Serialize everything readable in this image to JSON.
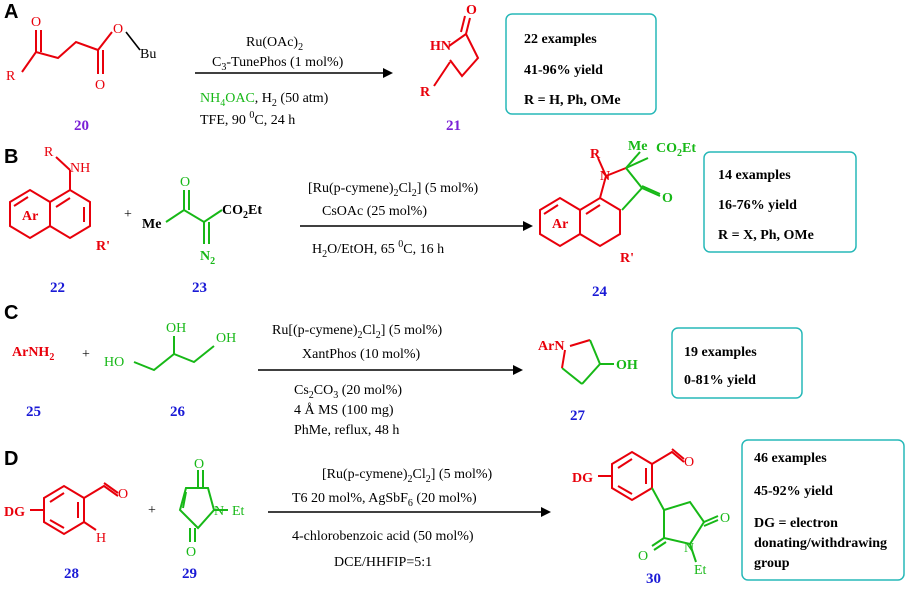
{
  "panels": {
    "A": {
      "letter": "A",
      "cond_top1": "Ru(OAc)",
      "cond_top1_sub": "2",
      "cond_top2": "C",
      "cond_top2_sub": "3",
      "cond_top2_rest": "-TunePhos (1 mol%)",
      "cond_bot1_a": "NH",
      "cond_bot1_sub": "4",
      "cond_bot1_b": "OAC",
      "cond_bot1_c": ", H",
      "cond_bot1_sub2": "2",
      "cond_bot1_d": " (50 atm)",
      "cond_bot2": "TFE, 90 ",
      "cond_bot2_sup": "0",
      "cond_bot2_rest": "C, 24 h",
      "sm_num": "20",
      "prod_num": "21",
      "box": [
        "22 examples",
        "41-96% yield",
        "R = H, Ph, OMe"
      ],
      "atoms": {
        "O1": "O",
        "O2": "O",
        "O3": "O",
        "R": "R",
        "Bu": "Bu",
        "HN": "HN",
        "Op": "O",
        "Rp": "R"
      }
    },
    "B": {
      "letter": "B",
      "cond_top1_a": "[Ru(p-cymene)",
      "cond_top1_sub": "2",
      "cond_top1_b": "Cl",
      "cond_top1_sub2": "2",
      "cond_top1_c": "] (5 mol%)",
      "cond_top2": "CsOAc (25 mol%)",
      "cond_bot1_a": "H",
      "cond_bot1_sub": "2",
      "cond_bot1_b": "O/EtOH, 65 ",
      "cond_bot1_sup": "0",
      "cond_bot1_c": "C, 16 h",
      "n22": "22",
      "n23": "23",
      "n24": "24",
      "box": [
        "14 examples",
        "16-76% yield",
        "R = X, Ph, OMe"
      ],
      "atoms": {
        "R": "R",
        "NH": "NH",
        "Ar": "Ar",
        "Rp": "R'",
        "O": "O",
        "Me": "Me",
        "CO2Et": "CO",
        "CO2Et_sub": "2",
        "CO2Et_rest": "Et",
        "N2": "N",
        "N2_sub": "2",
        "Rprod": "R",
        "Nprod": "N",
        "Meprod": "Me",
        "Arprod": "Ar",
        "Rpprod": "R'",
        "Oprod": "O",
        "plus": "+"
      }
    },
    "C": {
      "letter": "C",
      "cond_top1_a": "Ru[(p-cymene)",
      "cond_top1_sub": "2",
      "cond_top1_b": "Cl",
      "cond_top1_sub2": "2",
      "cond_top1_c": "]  (5 mol%)",
      "cond_top2": "XantPhos (10 mol%)",
      "cond_bot1_a": "Cs",
      "cond_bot1_sub": "2",
      "cond_bot1_b": "CO",
      "cond_bot1_sub2": "3",
      "cond_bot1_c": " (20 mol%)",
      "cond_bot2": "4 Å MS (100 mg)",
      "cond_bot3": "PhMe, reflux, 48 h",
      "n25": "25",
      "n26": "26",
      "n27": "27",
      "box": [
        "19 examples",
        "0-81% yield"
      ],
      "atoms": {
        "ArNH2": "ArNH",
        "ArNH2_sub": "2",
        "HO": "HO",
        "OH1": "OH",
        "OH2": "OH",
        "ArN": "ArN",
        "OHp": "OH",
        "plus": "+"
      }
    },
    "D": {
      "letter": "D",
      "cond_top1_a": "[Ru(p-cymene)",
      "cond_top1_sub": "2",
      "cond_top1_b": "Cl",
      "cond_top1_sub2": "2",
      "cond_top1_c": "] (5 mol%)",
      "cond_top2_a": "T6 20 mol%, AgSbF",
      "cond_top2_sub": "6",
      "cond_top2_b": " (20 mol%)",
      "cond_bot1": "4-chlorobenzoic acid (50 mol%)",
      "cond_bot2": "DCE/HHFIP=5:1",
      "n28": "28",
      "n29": "29",
      "n30": "30",
      "box": [
        "46 examples",
        "45-92% yield",
        "DG = electron",
        "donating/withdrawing",
        "group"
      ],
      "atoms": {
        "DG": "DG",
        "H": "H",
        "O": "O",
        "O1": "O",
        "O2": "O",
        "N": "N",
        "Et": "Et",
        "DGp": "DG",
        "Op": "O",
        "O1p": "O",
        "O2p": "O",
        "Np": "N",
        "Etp": "Et",
        "plus": "+"
      }
    }
  },
  "colors": {
    "red": "#e8000b",
    "green": "#17b817",
    "blue": "#1a1ad6",
    "purple": "#7a1fd6",
    "box_border": "#27b8b8"
  }
}
